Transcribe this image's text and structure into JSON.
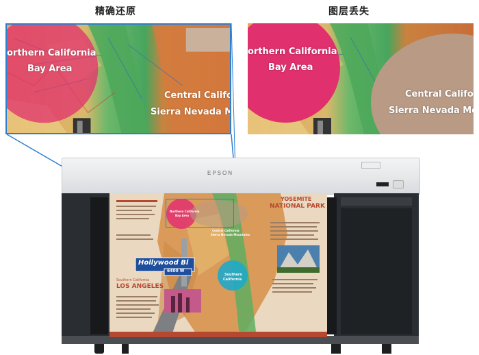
{
  "captions": {
    "left": "精确还原",
    "right": "图层丢失"
  },
  "zoom_left": {
    "region_north": "orthern California",
    "region_north_sub": "Bay Area",
    "region_central": "Central Califo",
    "region_sierra": "Sierra Nevada M"
  },
  "zoom_right": {
    "region_north": "orthern California",
    "region_north_sub": "Bay Area",
    "region_central": "Central Califo",
    "region_sierra": "Sierra Nevada Mo"
  },
  "printer": {
    "brand": "EPSON",
    "poster": {
      "sign_main": "Hollywood Bl",
      "sign_sub": "6400 W",
      "la_kicker": "Southern California",
      "la_title": "LOS ANGELES",
      "yosemite_line1": "YOSEMITE",
      "yosemite_line2": "NATIONAL PARK",
      "bubble_south_1": "Southern",
      "bubble_south_2": "California",
      "bubble_north_1": "Northern California",
      "bubble_north_2": "Bay Area",
      "central_1": "Central California",
      "central_2": "Sierra Nevada Mountains"
    }
  },
  "colors": {
    "zoom_border": "#2e7fd1",
    "pink_circle": "#e0306e",
    "tan_blob": "#b89a85",
    "teal_circle": "#1fa9c9",
    "printer_body": "#2a2d31"
  }
}
